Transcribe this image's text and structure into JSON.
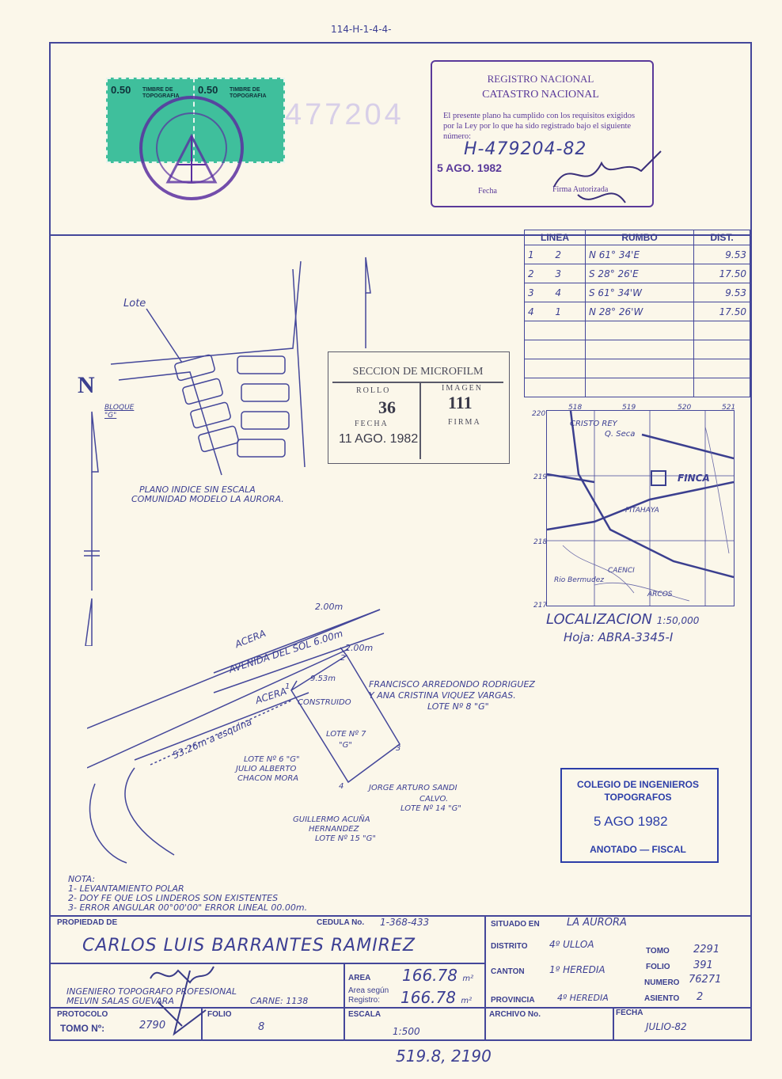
{
  "ref_number": "114-H-1-4-4-",
  "bottom_number": "519.8, 2190",
  "margin_number": "477204",
  "stamps": {
    "value": "0.50",
    "label": "TIMBRE DE TOPOGRAFIA",
    "count": 2
  },
  "registro": {
    "line1": "REGISTRO NACIONAL",
    "line2": "CATASTRO NACIONAL",
    "text": "El presente plano ha cumplido con los requisitos exigidos por la Ley por lo que ha sido registrado bajo el siguiente número:",
    "number": "H-479204-82",
    "date": "5 AGO. 1982",
    "fecha_label": "Fecha",
    "firma_label": "Firma Autorizada"
  },
  "rumbo_table": {
    "headers": [
      "LINEA",
      "RUMBO",
      "DIST."
    ],
    "rows": [
      {
        "from": "1",
        "to": "2",
        "rumbo": "N 61°  34'E",
        "dist": "9.53"
      },
      {
        "from": "2",
        "to": "3",
        "rumbo": "S 28°  26'E",
        "dist": "17.50"
      },
      {
        "from": "3",
        "to": "4",
        "rumbo": "S 61°  34'W",
        "dist": "9.53"
      },
      {
        "from": "4",
        "to": "1",
        "rumbo": "N 28°  26'W",
        "dist": "17.50"
      }
    ]
  },
  "microfilm": {
    "title": "SECCION DE MICROFILM",
    "rollo_label": "ROLLO",
    "imagen_label": "IMAGEN",
    "rollo": "36",
    "imagen": "111",
    "fecha_label": "FECHA",
    "firma_label": "FIRMA",
    "fecha": "11 AGO. 1982"
  },
  "index_plan": {
    "lote_label": "Lote",
    "bloque_label": "BLOQUE \"G\"",
    "caption1": "PLANO INDICE SIN ESCALA",
    "caption2": "COMUNIDAD MODELO LA AURORA.",
    "north": "N"
  },
  "localizacion": {
    "title": "LOCALIZACION",
    "scale": "1:50,000",
    "hoja": "Hoja: ABRA-3345-I",
    "x_ticks": [
      "518",
      "519",
      "520",
      "521"
    ],
    "y_ticks": [
      "220",
      "219",
      "218",
      "217"
    ],
    "places": [
      "CRISTO REY",
      "Q. Seca",
      "FINCA",
      "PITAHAYA",
      "CAENCI",
      "Rio Bermudez",
      "ARCOS"
    ]
  },
  "site_plan": {
    "acera1": "ACERA",
    "avenida": "AVENIDA DEL SOL  6.00m",
    "acera2": "ACERA",
    "dim_top": "2.00m",
    "dim_side": "2.00m",
    "dim_front": "9.53m",
    "construido": "CONSTRUIDO",
    "lote7": "LOTE Nº 7",
    "lote7_block": "\"G\"",
    "esquina": "53.26m a esquina",
    "v1": "1",
    "v2": "2",
    "v3": "3",
    "v4": "4",
    "neighbor_n1": "FRANCISCO ARREDONDO RODRIGUEZ",
    "neighbor_n2": "Y ANA CRISTINA VIQUEZ VARGAS.",
    "neighbor_n3": "LOTE Nº 8 \"G\"",
    "neighbor_w1": "LOTE Nº 6 \"G\"",
    "neighbor_w2": "JULIO ALBERTO",
    "neighbor_w3": "CHACON MORA",
    "neighbor_e1": "JORGE ARTURO SANDI",
    "neighbor_e2": "CALVO.",
    "neighbor_e3": "LOTE Nº 14 \"G\"",
    "neighbor_s1": "GUILLERMO ACUÑA",
    "neighbor_s2": "HERNANDEZ",
    "neighbor_s3": "LOTE Nº 15 \"G\""
  },
  "colegio": {
    "line1": "COLEGIO DE INGENIEROS",
    "line2": "TOPOGRAFOS",
    "date": "5 AGO 1982",
    "footer": "ANOTADO — FISCAL"
  },
  "notes": {
    "title": "NOTA:",
    "n1": "1- LEVANTAMIENTO POLAR",
    "n2": "2- DOY FE QUE LOS LINDEROS SON EXISTENTES",
    "n3": "3- ERROR ANGULAR 00°00'00\" ERROR LINEAL 00.00m."
  },
  "title_block": {
    "propiedad_label": "PROPIEDAD DE",
    "cedula_label": "CEDULA No.",
    "cedula": "1-368-433",
    "owner": "CARLOS LUIS BARRANTES RAMIREZ",
    "ingeniero1": "INGENIERO TOPOGRAFO PROFESIONAL",
    "ingeniero2": "MELVIN SALAS GUEVARA",
    "carne": "CARNE: 1138",
    "area_label": "AREA",
    "area": "166.78",
    "area_unit": "m²",
    "area_reg_label1": "Area según",
    "area_reg_label2": "Registro:",
    "area_reg": "166.78",
    "protocolo_label": "PROTOCOLO",
    "tomo_label": "TOMO Nº:",
    "tomo_val": "2790",
    "folio_label": "FOLIO",
    "folio_val": "8",
    "escala_label": "ESCALA",
    "escala": "1:500",
    "situado_label": "SITUADO EN",
    "situado": "LA AURORA",
    "distrito_label": "DISTRITO",
    "distrito": "4º ULLOA",
    "canton_label": "CANTON",
    "canton": "1º HEREDIA",
    "provincia_label": "PROVINCIA",
    "provincia": "4º HEREDIA",
    "tomo2_label": "TOMO",
    "tomo2": "2291",
    "folio2_label": "FOLIO",
    "folio2": "391",
    "numero_label": "NUMERO",
    "numero": "76271",
    "asiento_label": "ASIENTO",
    "asiento": "2",
    "archivo_label": "ARCHIVO No.",
    "fecha_label": "FECHA",
    "fecha": "JULIO-82"
  }
}
